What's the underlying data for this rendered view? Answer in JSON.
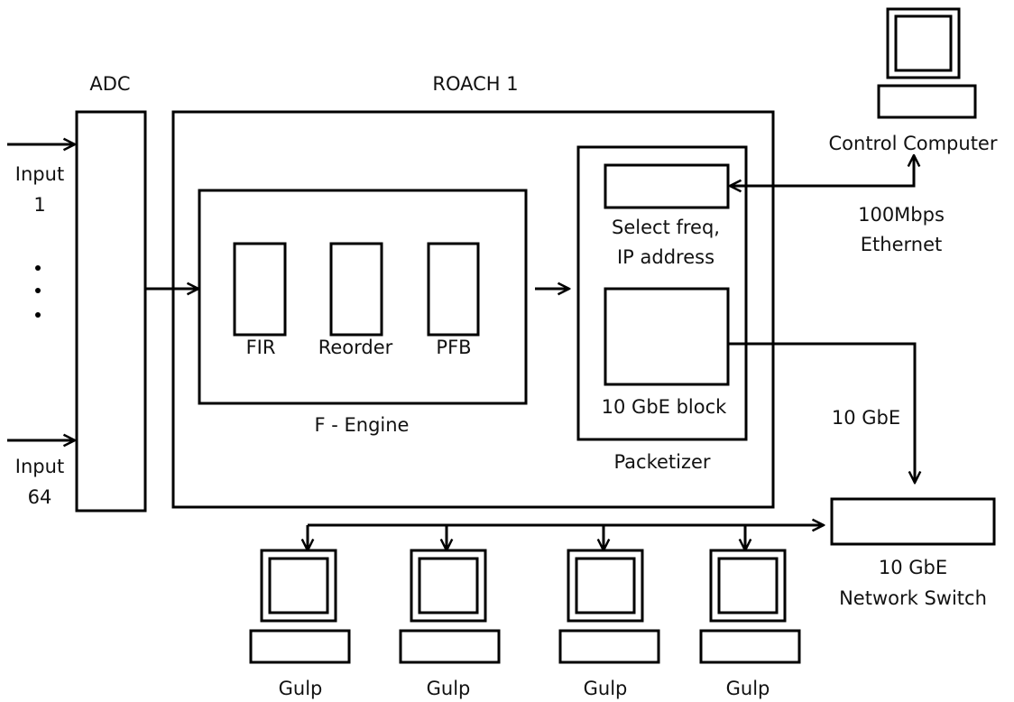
{
  "labels": {
    "adc": "ADC",
    "roach": "ROACH 1",
    "input1_word": "Input",
    "input1_num": "1",
    "input64_word": "Input",
    "input64_num": "64",
    "fir": "FIR",
    "reorder": "Reorder",
    "pfb": "PFB",
    "f_engine": "F - Engine",
    "select_line1": "Select freq,",
    "select_line2": "IP address",
    "gbe_block": "10 GbE block",
    "packetizer": "Packetizer",
    "control_computer": "Control Computer",
    "ethernet_line1": "100Mbps",
    "ethernet_line2": "Ethernet",
    "link_10gbe": "10 GbE",
    "switch_line1": "10 GbE",
    "switch_line2": "Network Switch",
    "gulp": [
      "Gulp",
      "Gulp",
      "Gulp",
      "Gulp"
    ]
  },
  "icons": {
    "computer": "computer-icon",
    "arrow": "arrow-icon"
  },
  "colors": {
    "stroke": "#000000",
    "background": "#ffffff"
  }
}
